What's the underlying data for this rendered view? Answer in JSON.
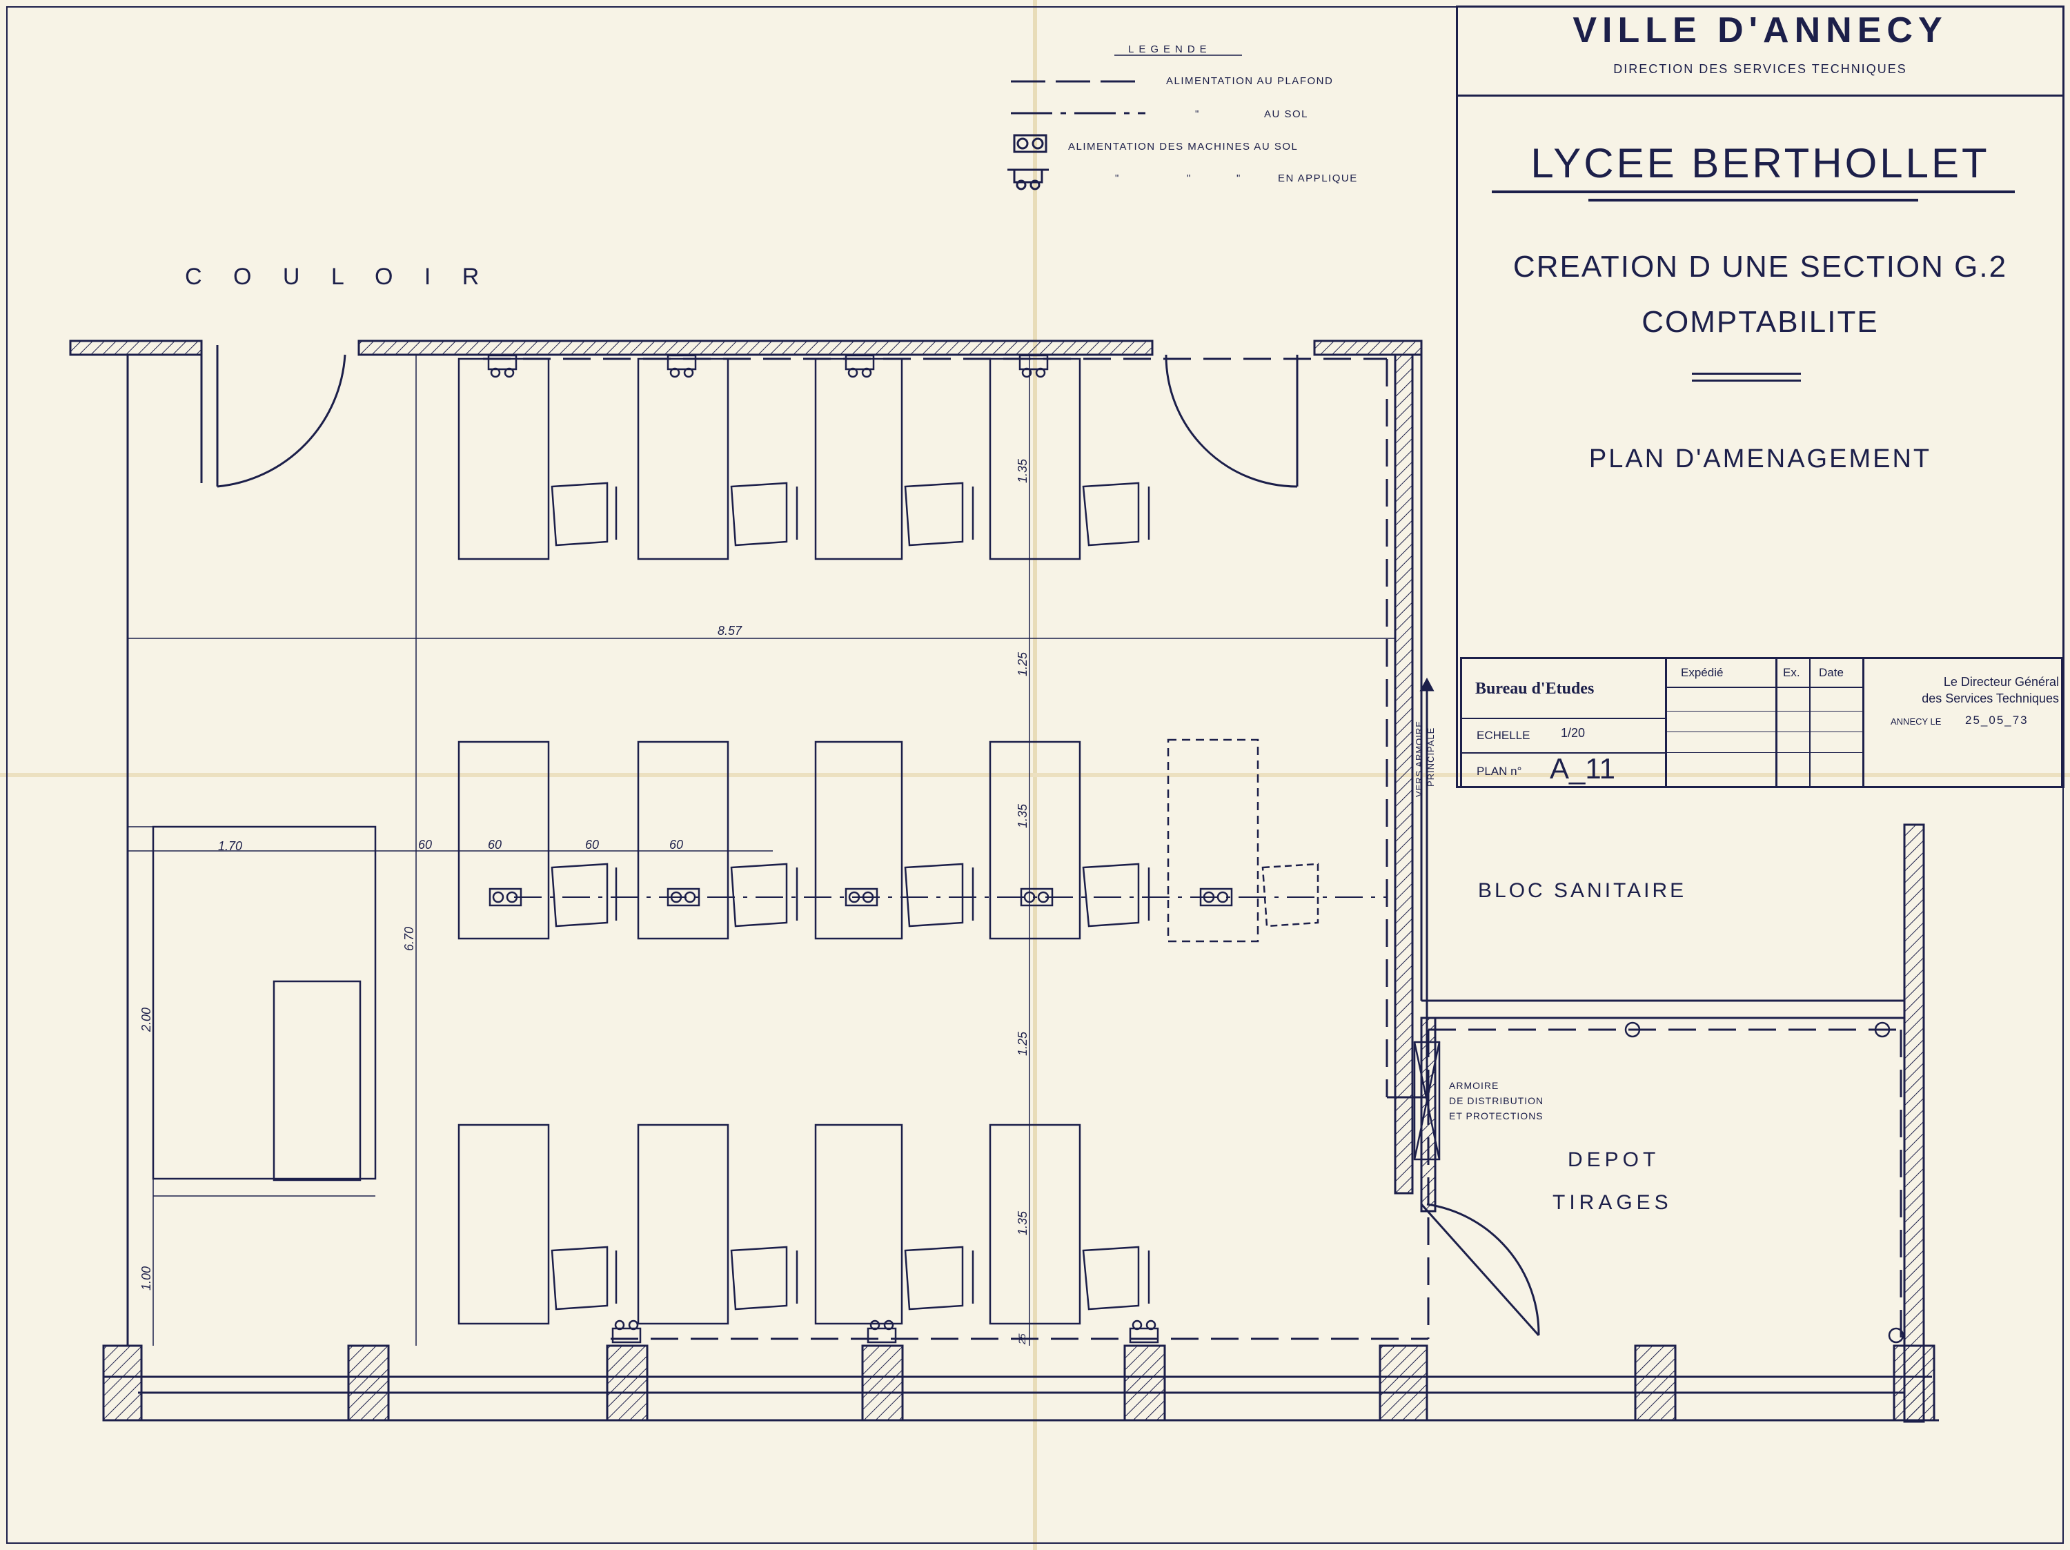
{
  "legend": {
    "title": "LEGENDE",
    "ceiling": "ALIMENTATION AU PLAFOND",
    "floor_ditto": "\"",
    "floor": "AU SOL",
    "machines_floor": "ALIMENTATION DES MACHINES AU SOL",
    "ditto1": "\"",
    "ditto2": "\"",
    "ditto3": "\"",
    "wall": "EN APPLIQUE"
  },
  "title_block": {
    "city": "VILLE D'ANNECY",
    "service": "DIRECTION DES SERVICES TECHNIQUES",
    "school": "LYCEE BERTHOLLET",
    "project_line1": "CREATION D UNE SECTION G.2",
    "project_line2": "COMPTABILITE",
    "plan_type": "PLAN D'AMENAGEMENT",
    "bureau": "Bureau d'Etudes",
    "echelle_label": "ECHELLE",
    "echelle_value": "1/20",
    "plan_label": "PLAN n°",
    "plan_value": "A_11",
    "col_expedie": "Expédié",
    "col_ex": "Ex.",
    "col_date": "Date",
    "director_line1": "Le Directeur Général",
    "director_line2": "des Services Techniques",
    "annecy_le": "ANNECY LE",
    "date": "25_05_73"
  },
  "rooms": {
    "couloir": "C O U L O I R",
    "bloc": "BLOC SANITAIRE",
    "depot1": "DEPOT",
    "depot2": "TIRAGES",
    "armoire1": "ARMOIRE",
    "armoire2": "DE DISTRIBUTION",
    "armoire3": "ET PROTECTIONS",
    "vers1": "VERS ARMOIRE",
    "vers2": "PRINCIPALE"
  },
  "dimensions": {
    "width": "8.57",
    "depth": "6.70",
    "d135a": "1.35",
    "d125a": "1.25",
    "d135b": "1.35",
    "d125b": "1.25",
    "d135c": "1.35",
    "d170": "1.70",
    "d200": "2.00",
    "d100": "1.00",
    "d60a": "60",
    "d60b": "60",
    "d60c": "60",
    "d60d": "60",
    "d25": "25"
  }
}
